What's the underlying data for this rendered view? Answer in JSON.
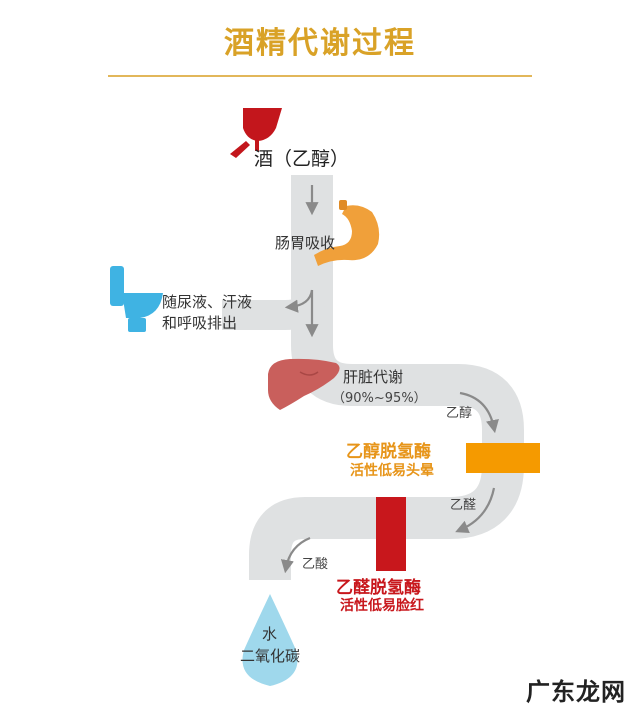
{
  "title": "酒精代谢过程",
  "labels": {
    "alcohol": "酒（乙醇）",
    "stomach": "肠胃吸收",
    "excrete_line1": "随尿液、汗液",
    "excrete_line2": "和呼吸排出",
    "liver": "肝脏代谢",
    "liver_percent": "（90%~95%）",
    "ethanol": "乙醇",
    "enzyme1_name": "乙醇脱氢酶",
    "enzyme1_note": "活性低易头晕",
    "acetaldehyde": "乙醛",
    "enzyme2_name": "乙醛脱氢酶",
    "enzyme2_note": "活性低易脸红",
    "acetic_acid": "乙酸",
    "water": "水",
    "co2": "二氧化碳"
  },
  "watermark": "广东龙网",
  "colors": {
    "title": "#d9a227",
    "pipe": "#dfe1e2",
    "arrow": "#8a8a8a",
    "wine": "#c3161c",
    "stomach": "#f0a03a",
    "toilet": "#3fb3e3",
    "liver": "#c95f5c",
    "enzyme1": "#f59a00",
    "enzyme2": "#c8171c",
    "drop": "#9fd8ec"
  }
}
